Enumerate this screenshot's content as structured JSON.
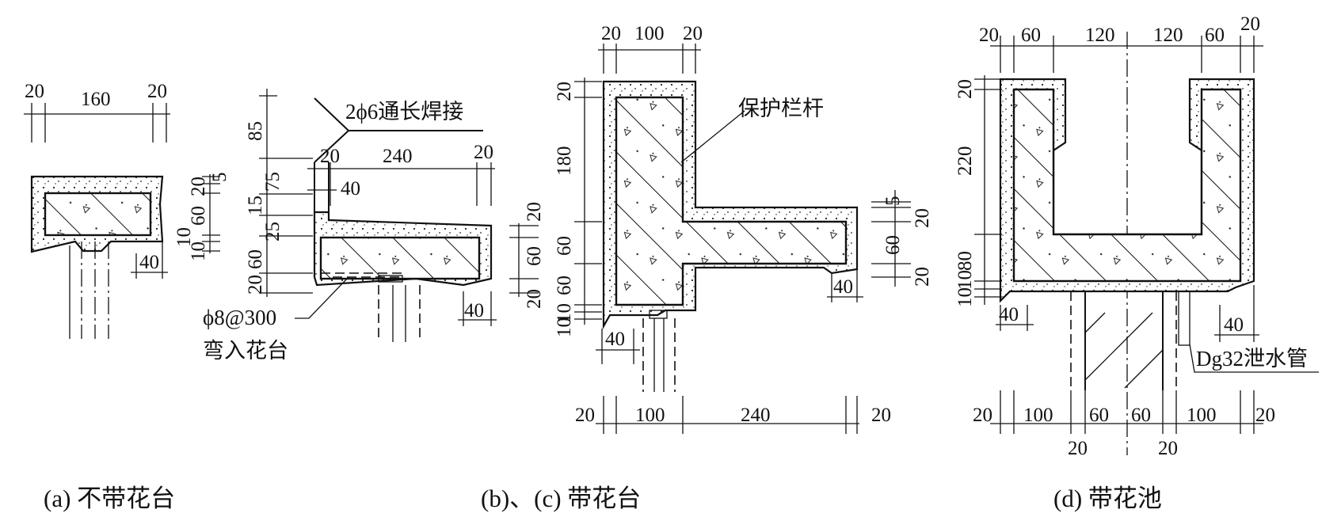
{
  "captions": {
    "a": "(a) 不带花台",
    "bc": "(b)、(c) 带花台",
    "d": "(d) 带花池"
  },
  "annotations": {
    "weld": "2ϕ6通长焊接",
    "rebar": "ϕ8@300",
    "bend": "弯入花台",
    "railing": "保护栏杆",
    "drain": "Dg32泄水管"
  },
  "dims": {
    "a": {
      "top": [
        "20",
        "160",
        "20"
      ],
      "right": [
        "5",
        "20",
        "60",
        "10",
        "10"
      ],
      "bottom": "40"
    },
    "b": {
      "left": [
        "85",
        "75",
        "15",
        "25",
        "60",
        "20"
      ],
      "mid": [
        "20",
        "240",
        "20"
      ],
      "offset": "40",
      "right": [
        "20",
        "60",
        "20"
      ],
      "bottom": "40"
    },
    "c": {
      "top": [
        "20",
        "100",
        "20"
      ],
      "left": [
        "20",
        "180",
        "60",
        "60",
        "10",
        "10"
      ],
      "right": [
        "5",
        "20",
        "60",
        "20"
      ],
      "under": "40",
      "bottomRight": "40",
      "bottom": [
        "20",
        "100",
        "240",
        "20"
      ]
    },
    "d": {
      "top": [
        "20",
        "60",
        "120",
        "120",
        "60",
        "20"
      ],
      "left": [
        "20",
        "220",
        "80",
        "10",
        "10"
      ],
      "leftBottom": "40",
      "rightBottom": "40",
      "bottom": [
        "20",
        "100",
        "60",
        "60",
        "100",
        "20"
      ],
      "bottomLow": [
        "20",
        "20"
      ]
    }
  }
}
